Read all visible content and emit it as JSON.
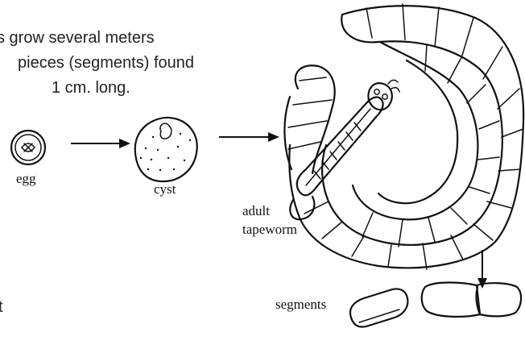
{
  "intro_text": {
    "line1": "s grow several meters",
    "line2": "pieces (segments) found",
    "line3": "1 cm. long."
  },
  "stages": {
    "egg_label": "egg",
    "cyst_label": "cyst",
    "adult_label_line1": "adult",
    "adult_label_line2": "tapeworm",
    "segments_label": "segments"
  },
  "cut_off_text": {
    "fragment": "t"
  },
  "icons": [
    "egg-icon",
    "cyst-icon",
    "adult-tapeworm-icon",
    "segments-icon",
    "arrow-icon"
  ]
}
